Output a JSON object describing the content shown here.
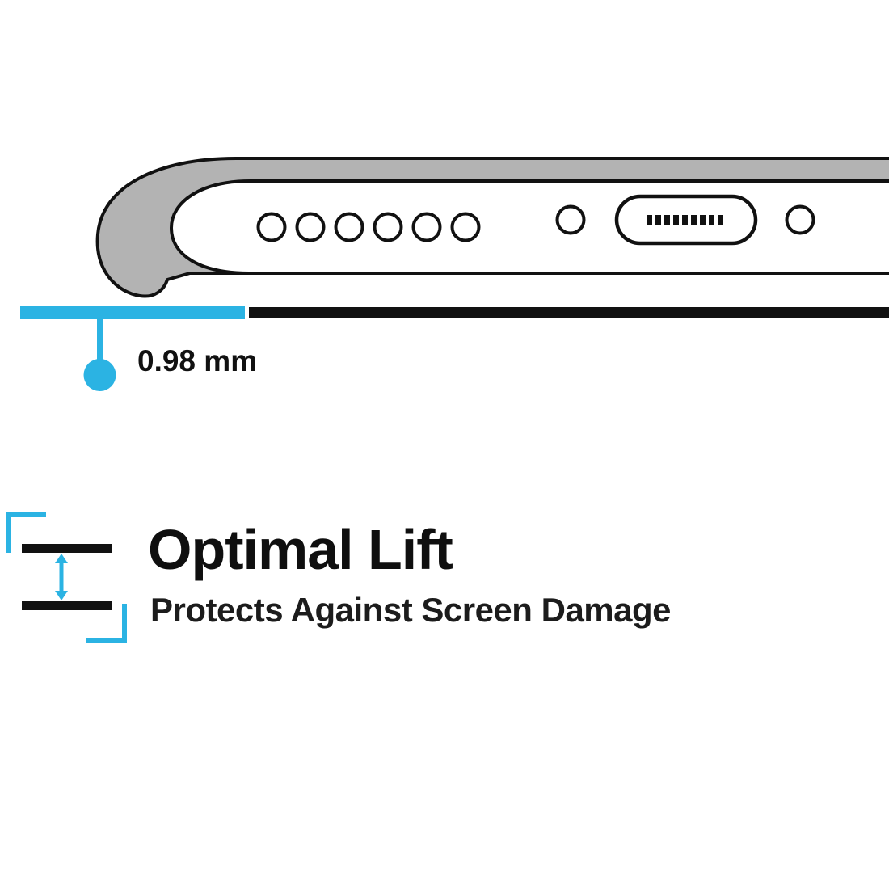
{
  "diagram": {
    "measurement": {
      "value_label": "0.98 mm"
    },
    "colors": {
      "accent": "#2BB3E3",
      "case_gray": "#B3B3B3",
      "line_black": "#111111"
    }
  },
  "feature": {
    "title": "Optimal Lift",
    "subtitle": "Protects Against Screen Damage"
  }
}
